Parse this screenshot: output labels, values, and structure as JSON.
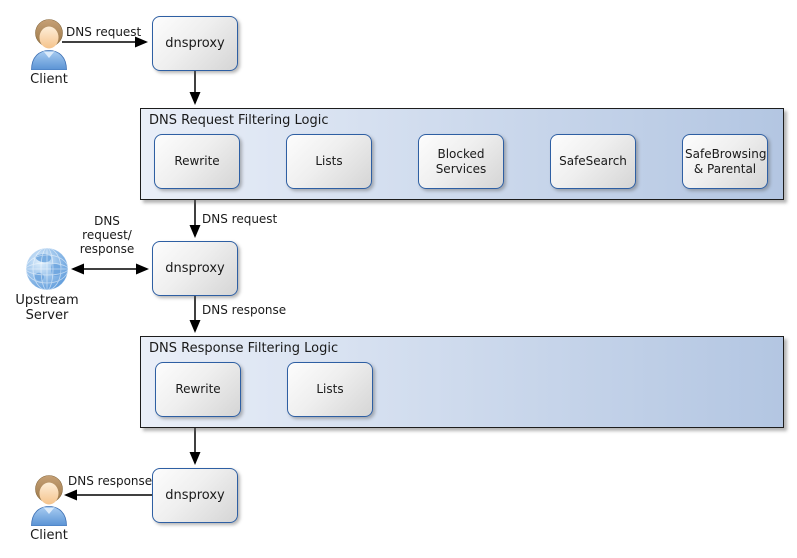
{
  "diagram": {
    "title_implicit": "dnsproxy DNS filtering flow",
    "colors": {
      "background": "#ffffff",
      "box_border": "#2e5fa3",
      "box_fill_light": "#fdfdfd",
      "box_fill_dark": "#d5d5d5",
      "container_border": "#1d1d1d",
      "container_fill_left": "#eaeff8",
      "container_fill_right": "#b3c6e2",
      "arrow": "#000000",
      "text": "#1a1a1a"
    },
    "nodes": {
      "client_top": {
        "label": "Client",
        "icon": "person-icon"
      },
      "dnsproxy_top": {
        "label": "dnsproxy"
      },
      "dnsproxy_middle": {
        "label": "dnsproxy"
      },
      "dnsproxy_bottom": {
        "label": "dnsproxy"
      },
      "upstream_server": {
        "label": "Upstream Server",
        "icon": "globe-icon"
      },
      "client_bottom": {
        "label": "Client",
        "icon": "person-icon"
      }
    },
    "containers": {
      "request": {
        "title": "DNS Request Filtering Logic",
        "boxes": [
          "Rewrite",
          "Lists",
          "Blocked Services",
          "SafeSearch",
          "SafeBrowsing & Parental"
        ]
      },
      "response": {
        "title": "DNS Response Filtering Logic",
        "boxes": [
          "Rewrite",
          "Lists"
        ]
      }
    },
    "edge_labels": {
      "client_to_proxy": "DNS request",
      "request_logic_to_proxy": "DNS request",
      "upstream_link_lines": [
        "DNS",
        "request/",
        "response"
      ],
      "proxy_to_response_logic": "DNS response",
      "proxy_to_client": "DNS response"
    }
  }
}
